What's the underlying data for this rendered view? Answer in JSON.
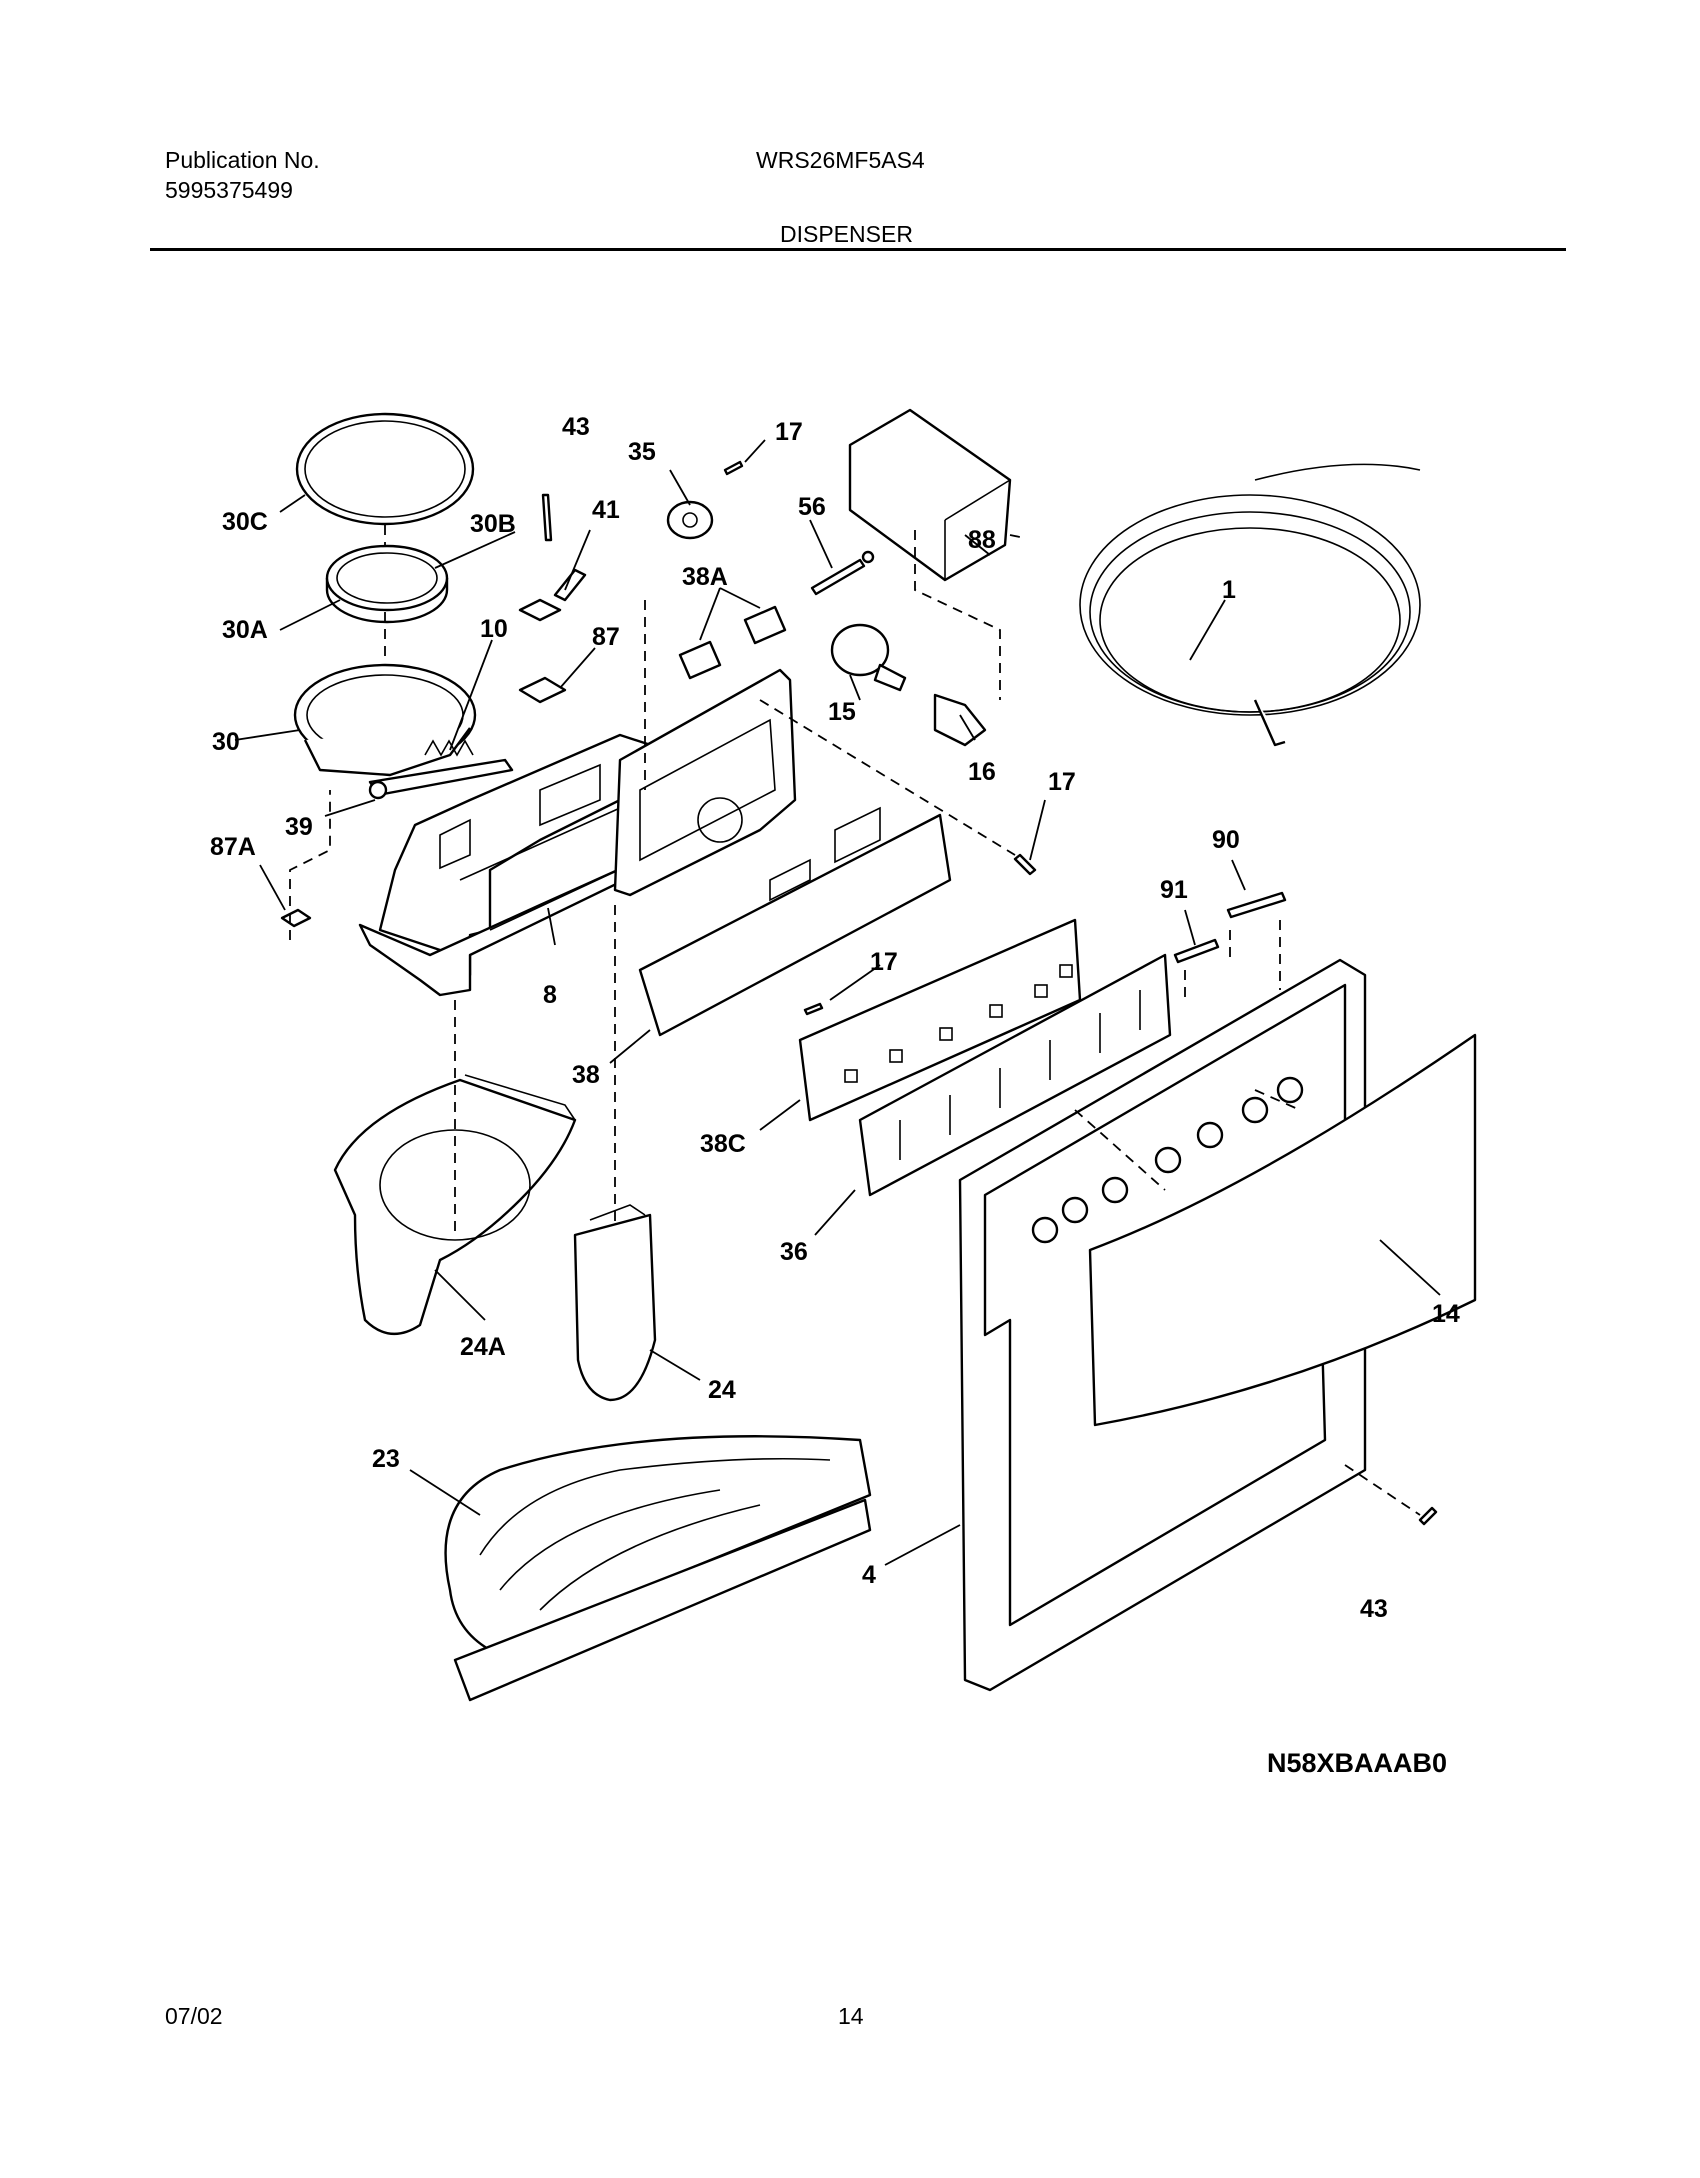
{
  "header": {
    "publication_label": "Publication No.",
    "publication_number": "5995375499",
    "model": "WRS26MF5AS4",
    "section_title": "DISPENSER"
  },
  "diagram": {
    "callouts": [
      "43",
      "17",
      "35",
      "56",
      "30C",
      "30B",
      "41",
      "88",
      "38A",
      "1",
      "30A",
      "10",
      "87",
      "15",
      "30",
      "16",
      "17",
      "39",
      "87A",
      "90",
      "91",
      "8",
      "17",
      "38",
      "38C",
      "36",
      "14",
      "24A",
      "24",
      "23",
      "4",
      "43"
    ],
    "drawing_code": "N58XBAAAB0"
  },
  "footer": {
    "date": "07/02",
    "page": "14"
  }
}
